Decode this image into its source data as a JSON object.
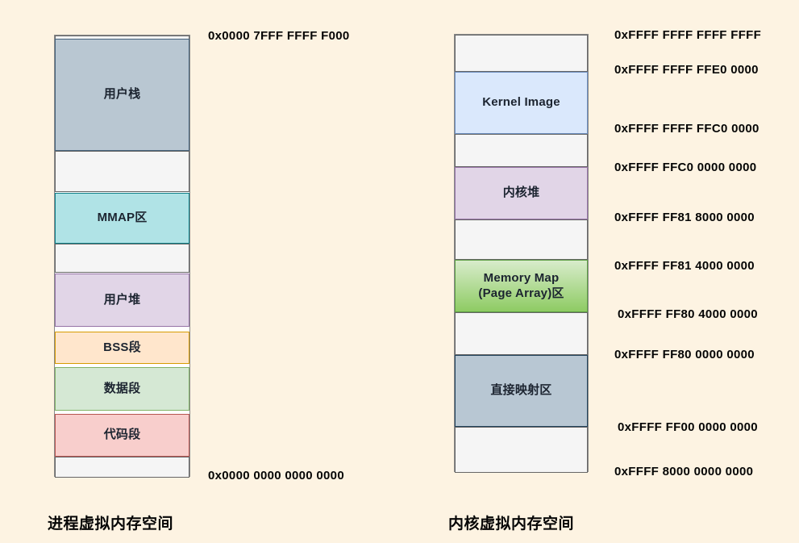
{
  "canvas": {
    "background": "#fdf3e2"
  },
  "palette": {
    "empty_fill": "#f5f5f5",
    "empty_border": "#666666",
    "memory_map_gradient": "linear-gradient(#d8eccb, #8ecb63)"
  },
  "left": {
    "title": "进程虚拟内存空间",
    "top_address": "0x0000 7FFF FFFF F000",
    "bottom_address": "0x0000 0000 0000 0000",
    "segments": [
      {
        "label": "",
        "type": "empty"
      },
      {
        "label": "用户栈",
        "fill": "#b9c7d2",
        "border": "#46627a"
      },
      {
        "label": "",
        "type": "empty"
      },
      {
        "label": "MMAP区",
        "fill": "#b0e3e6",
        "border": "#0e8088"
      },
      {
        "label": "",
        "type": "empty"
      },
      {
        "label": "用户堆",
        "fill": "#e1d5e7",
        "border": "#9673a6"
      },
      {
        "label": "BSS段",
        "fill": "#ffe6cc",
        "border": "#d79b00"
      },
      {
        "label": "数据段",
        "fill": "#d5e8d4",
        "border": "#82b366"
      },
      {
        "label": "代码段",
        "fill": "#f8cecc",
        "border": "#b85450"
      },
      {
        "label": "",
        "type": "empty"
      }
    ]
  },
  "right": {
    "title": "内核虚拟内存空间",
    "segments": [
      {
        "label": "",
        "type": "empty"
      },
      {
        "label": "Kernel Image",
        "fill": "#dae8fc",
        "border": "#6c8ebf"
      },
      {
        "label": "",
        "type": "empty"
      },
      {
        "label": "内核堆",
        "fill": "#e1d5e7",
        "border": "#9673a6"
      },
      {
        "label": "",
        "type": "empty"
      },
      {
        "label": "Memory Map\n(Page Array)区",
        "border": "#5d9e43",
        "gradient": true
      },
      {
        "label": "",
        "type": "empty"
      },
      {
        "label": "直接映射区",
        "fill": "#b8c7d3",
        "border": "#23445c"
      },
      {
        "label": "",
        "type": "empty"
      }
    ],
    "addresses": [
      "0xFFFF FFFF FFFF FFFF",
      "0xFFFF FFFF FFE0 0000",
      "0xFFFF FFFF FFC0 0000",
      "0xFFFF FFC0 0000 0000",
      "0xFFFF FF81 8000 0000",
      "0xFFFF FF81 4000 0000",
      "0xFFFF FF80 4000 0000",
      "0xFFFF FF80 0000 0000",
      "0xFFFF FF00 0000 0000",
      "0xFFFF 8000 0000 0000"
    ]
  }
}
